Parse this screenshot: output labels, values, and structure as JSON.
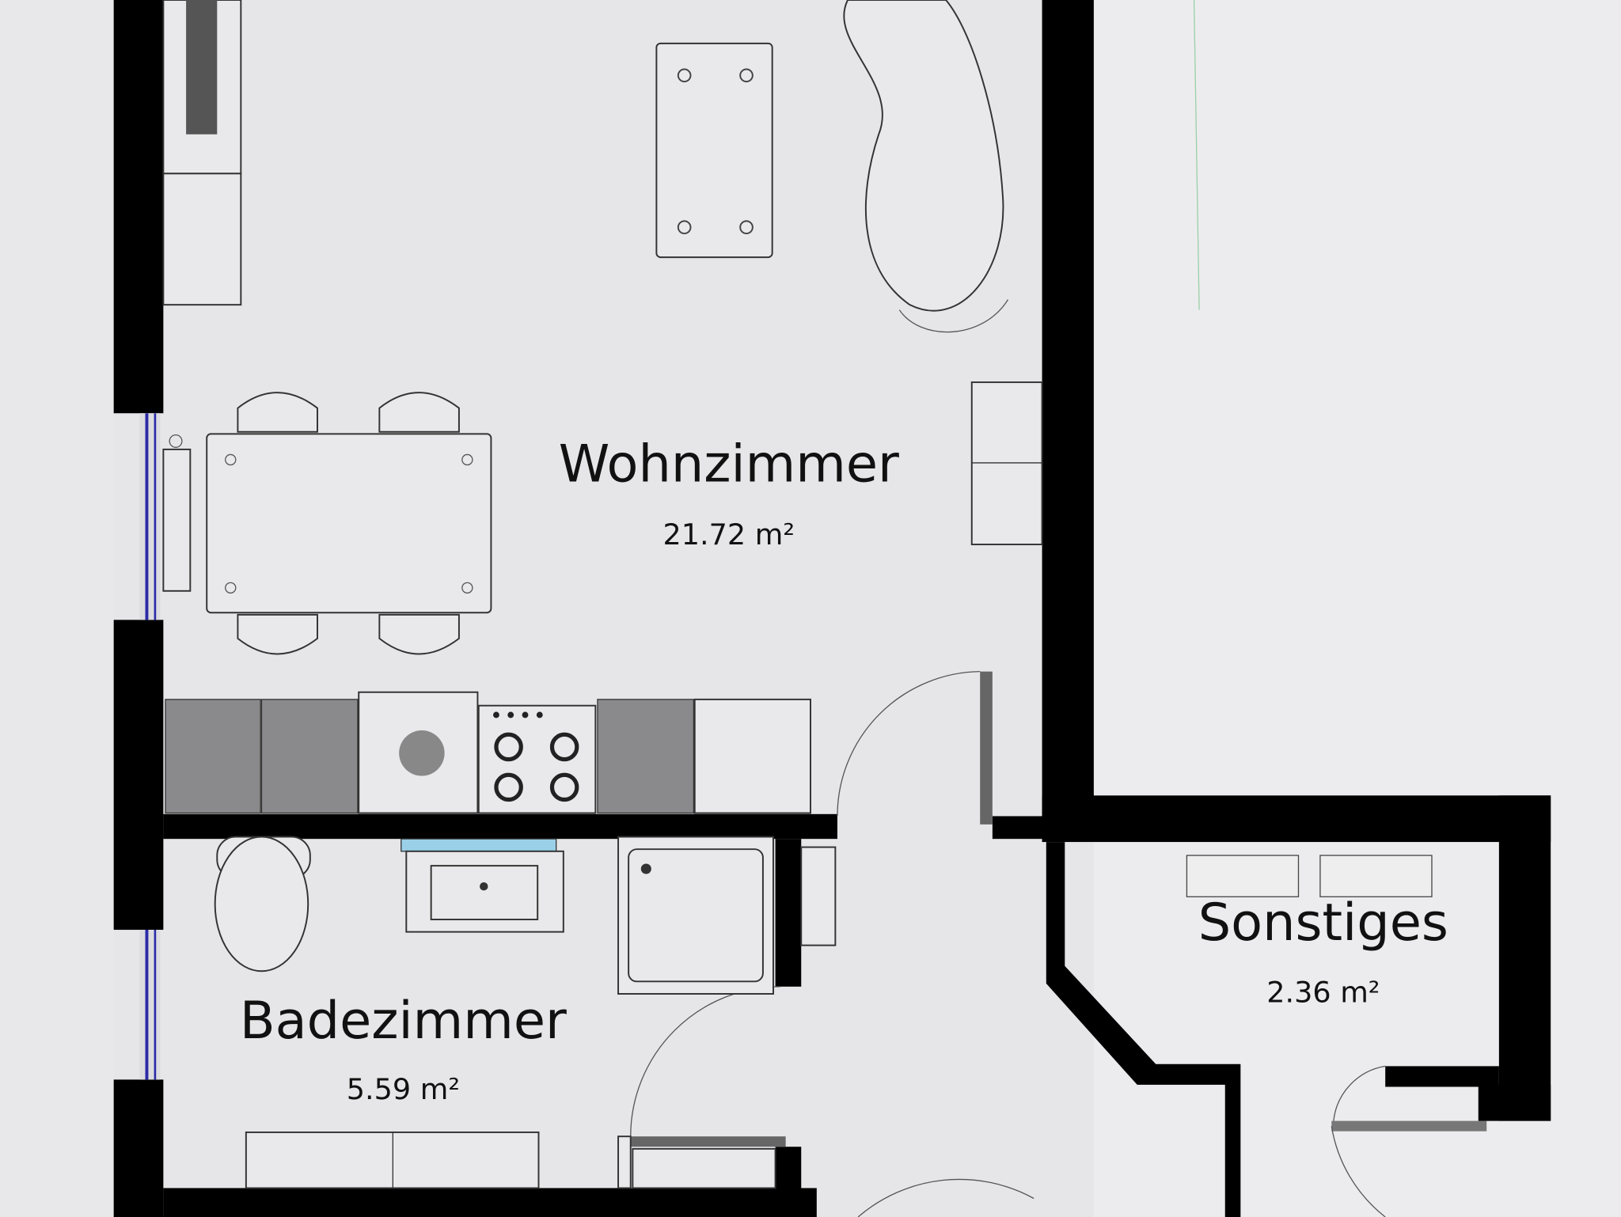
{
  "rooms": [
    {
      "name": "Wohnzimmer",
      "area": "21.72 m²"
    },
    {
      "name": "Badezimmer",
      "area": "5.59 m²"
    },
    {
      "name": "Sonstiges",
      "area": "2.36 m²"
    }
  ],
  "colors": {
    "wall": "#000000",
    "floor": "#e4e4e6",
    "outside": "#ececee",
    "window": "#2a2aa8",
    "cabinet_dark": "#8a8a8c"
  }
}
